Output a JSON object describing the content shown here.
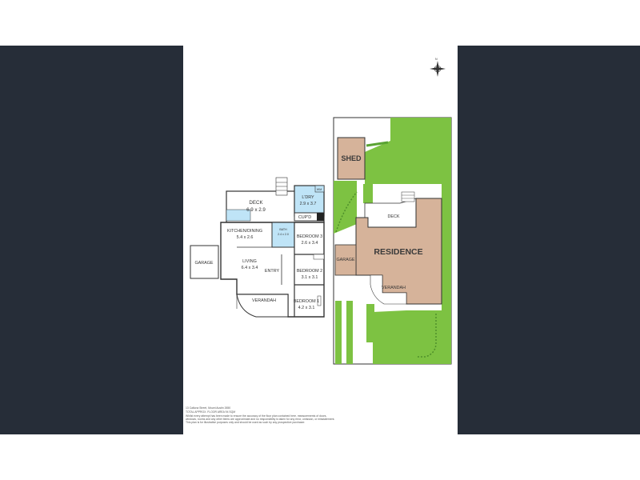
{
  "colors": {
    "background_panels": "#262d38",
    "lawn": "#7dc242",
    "building": "#d6b39a",
    "wet_area": "#bfe4f7",
    "walls": "#333333"
  },
  "compass": {
    "label": "N"
  },
  "floor_plan": {
    "deck": {
      "name": "DECK",
      "size": "6.9 x 2.9"
    },
    "laundry": {
      "name": "L'DRY",
      "size": "2.9 x 3.7"
    },
    "washer": {
      "label": "WM"
    },
    "cupboard": {
      "label": "CUP'D"
    },
    "kitchen_dining": {
      "name": "KITCHEN/DINING",
      "size": "5.4 x 2.6"
    },
    "bath": {
      "name": "BATH",
      "size": "2.4 x 2.0"
    },
    "bedroom3": {
      "name": "BEDROOM 3",
      "size": "2.6 x 3.4"
    },
    "garage": {
      "name": "GARAGE"
    },
    "living": {
      "name": "LIVING",
      "size": "6.4 x 3.4"
    },
    "entry": {
      "name": "ENTRY"
    },
    "bedroom2": {
      "name": "BEDROOM 2",
      "size": "3.1 x 3.1"
    },
    "verandah": {
      "name": "VERANDAH"
    },
    "bedroom1": {
      "name": "BEDROOM 1",
      "size": "4.2 x 3.1"
    }
  },
  "site_plan": {
    "shed": "SHED",
    "deck": "DECK",
    "residence": "RESIDENCE",
    "garage": "GARAGE",
    "verandah": "VERANDAH"
  },
  "footer": {
    "address": "13 Calluna Street, Mount Austin 2650",
    "area": "TOTAL APPROX. FLOOR AREA 94 SQM",
    "disclaimer_line1": "Whilst every attempt has been made to ensure the accuracy of the floor plan contained here, measurements of doors,",
    "disclaimer_line2": "windows, rooms and any other items are approximate and no responsibility is taken for any error, omission, or misstatement.",
    "disclaimer_line3": "This plan is for illustrative purposes only and should be used as such by any prospective purchaser."
  }
}
